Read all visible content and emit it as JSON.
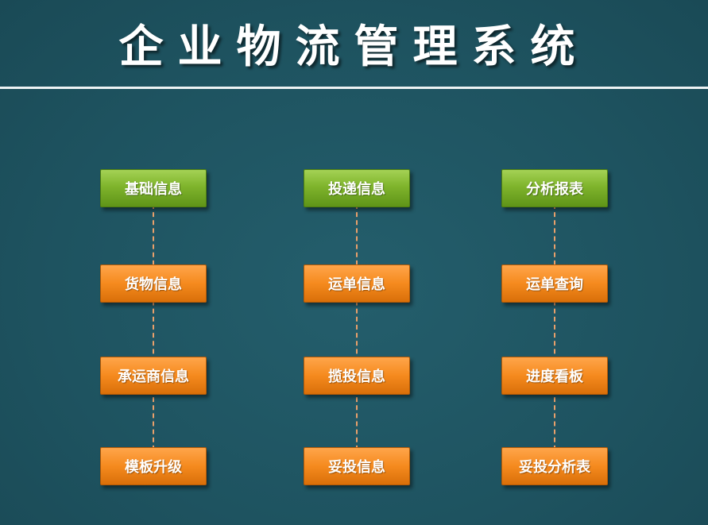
{
  "title": "企业物流管理系统",
  "colors": {
    "background": "#1f5461",
    "header_node": "#7fb42c",
    "child_node": "#f58a1e",
    "connector": "#e9a06b"
  },
  "columns": [
    {
      "header": "基础信息",
      "items": [
        "货物信息",
        "承运商信息",
        "模板升级"
      ]
    },
    {
      "header": "投递信息",
      "items": [
        "运单信息",
        "揽投信息",
        "妥投信息"
      ]
    },
    {
      "header": "分析报表",
      "items": [
        "运单查询",
        "进度看板",
        "妥投分析表"
      ]
    }
  ]
}
